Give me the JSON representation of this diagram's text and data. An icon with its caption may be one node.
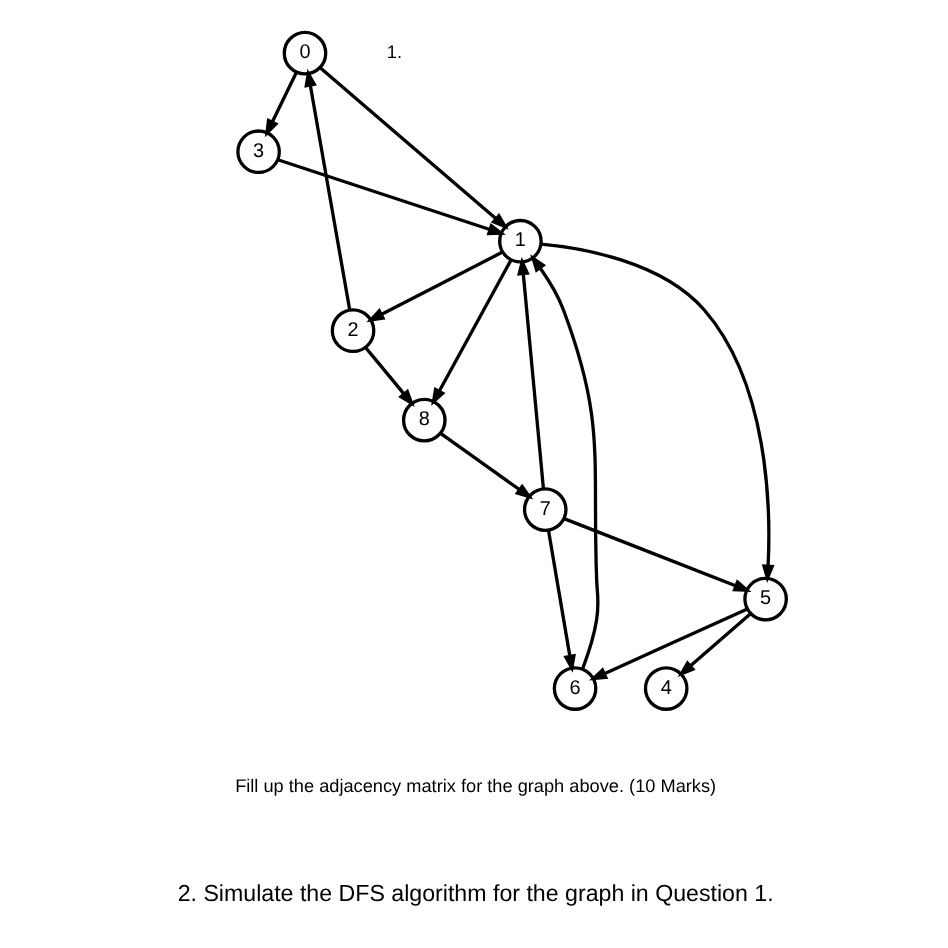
{
  "diagram": {
    "nodes": [
      {
        "text": [
          "0"
        ]
      },
      {
        "text": [
          "1"
        ]
      },
      {
        "text": [
          "2"
        ]
      },
      {
        "text": [
          "3"
        ]
      },
      {
        "text": [
          "4"
        ]
      },
      {
        "text": [
          "5"
        ]
      },
      {
        "text": [
          "6"
        ]
      },
      {
        "text": [
          "7"
        ]
      },
      {
        "text": [
          "8"
        ]
      }
    ],
    "edges": [
      {
        "from": 0,
        "to": 3,
        "arrow": "to"
      },
      {
        "from": 3,
        "to": 1,
        "arrow": "to"
      },
      {
        "from": 0,
        "to": 1,
        "arrow": "to"
      },
      {
        "from": 1,
        "to": 5,
        "arrow": "to"
      },
      {
        "from": 6,
        "to": 1,
        "arrow": "to"
      },
      {
        "from": 7,
        "to": 1,
        "arrow": "to"
      },
      {
        "from": 1,
        "to": 2,
        "arrow": "to"
      },
      {
        "from": 1,
        "to": 8,
        "arrow": "to"
      },
      {
        "from": 2,
        "to": 0,
        "arrow": "to"
      },
      {
        "from": 2,
        "to": 8,
        "arrow": "to"
      },
      {
        "from": 8,
        "to": 7,
        "arrow": "to"
      },
      {
        "from": 5,
        "to": 4,
        "arrow": "to"
      },
      {
        "from": 5,
        "to": 6,
        "arrow": "to"
      },
      {
        "from": 7,
        "to": 5,
        "arrow": "to"
      },
      {
        "from": 7,
        "to": 6,
        "arrow": "to"
      }
    ],
    "labels": [
      "1.",
      "Fill up the adjacency matrix for the graph above. (10 Marks)",
      "2. Simulate the DFS algorithm for the graph in Question 1."
    ]
  }
}
